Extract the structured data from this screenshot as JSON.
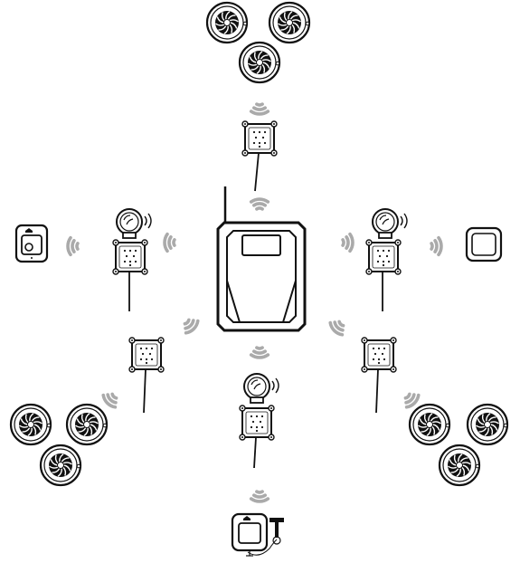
{
  "diagram": {
    "colors": {
      "stroke": "#111111",
      "waves": "#aaaaaa",
      "fill": "#ffffff"
    },
    "nodes": [
      {
        "kind": "control-panel"
      },
      {
        "kind": "smoke-detector"
      },
      {
        "kind": "smoke-detector"
      },
      {
        "kind": "smoke-detector"
      },
      {
        "kind": "smoke-detector"
      },
      {
        "kind": "smoke-detector"
      },
      {
        "kind": "smoke-detector"
      },
      {
        "kind": "smoke-detector"
      },
      {
        "kind": "smoke-detector"
      },
      {
        "kind": "smoke-detector"
      },
      {
        "kind": "wireless-module"
      },
      {
        "kind": "wireless-module"
      },
      {
        "kind": "wireless-module"
      },
      {
        "kind": "wireless-module-with-sounder"
      },
      {
        "kind": "wireless-module-with-sounder"
      },
      {
        "kind": "wireless-module-with-sounder"
      },
      {
        "kind": "manual-call-point"
      },
      {
        "kind": "wall-switch"
      },
      {
        "kind": "break-glass-call-point-with-hammer"
      }
    ],
    "links": [
      {
        "kind": "radio-signal"
      },
      {
        "kind": "radio-signal"
      },
      {
        "kind": "radio-signal"
      },
      {
        "kind": "radio-signal"
      },
      {
        "kind": "radio-signal"
      },
      {
        "kind": "radio-signal"
      },
      {
        "kind": "radio-signal"
      },
      {
        "kind": "radio-signal"
      },
      {
        "kind": "radio-signal"
      },
      {
        "kind": "radio-signal"
      },
      {
        "kind": "radio-signal"
      },
      {
        "kind": "radio-signal"
      },
      {
        "kind": "radio-signal"
      },
      {
        "kind": "radio-signal"
      },
      {
        "kind": "radio-signal"
      }
    ]
  }
}
